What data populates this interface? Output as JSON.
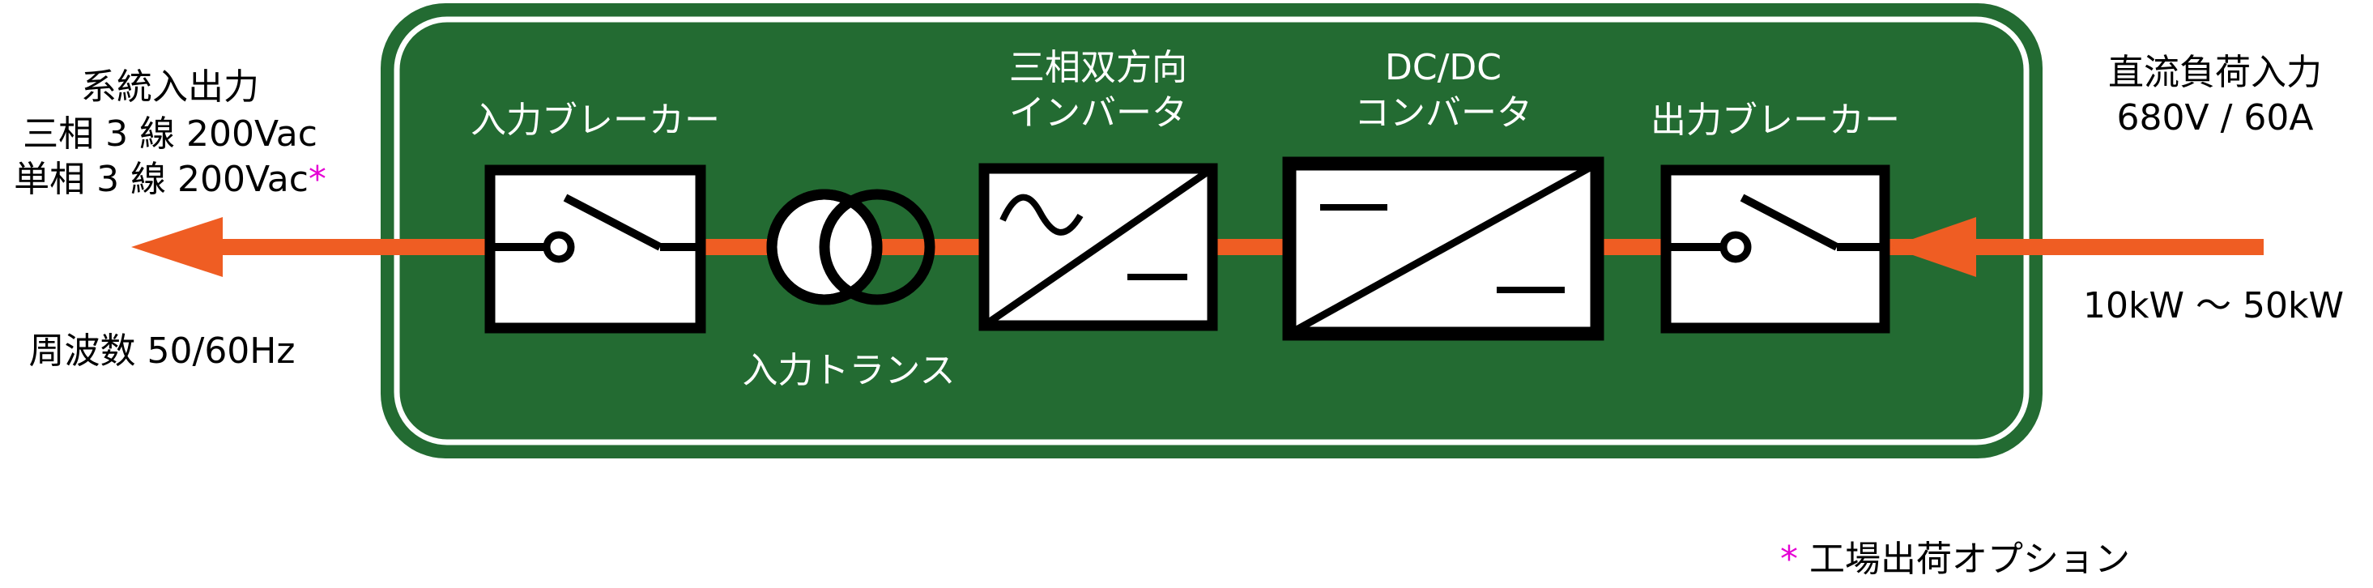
{
  "left_side": {
    "line1": "系統入出力",
    "line2": "三相 3 線 200Vac",
    "line3": "単相 3 線 200Vac",
    "line3_mark": "*",
    "frequency": "周波数 50/60Hz"
  },
  "right_side": {
    "line1": "直流負荷入力",
    "line2": "680V / 60A",
    "power_range": "10kW 〜 50kW"
  },
  "blocks": {
    "input_breaker": "入力ブレーカー",
    "input_transformer": "入力トランス",
    "inverter_line1": "三相双方向",
    "inverter_line2": "インバータ",
    "dcdc_line1": "DC/DC",
    "dcdc_line2": "コンバータ",
    "output_breaker": "出力ブレーカー"
  },
  "footnote": {
    "mark": "*",
    "text": "工場出荷オプション"
  },
  "colors": {
    "panel_green": "#236b32",
    "arrow_orange": "#ef5d23",
    "option_magenta": "#e500d4",
    "symbol_black": "#000000",
    "label_white": "#ffffff"
  }
}
